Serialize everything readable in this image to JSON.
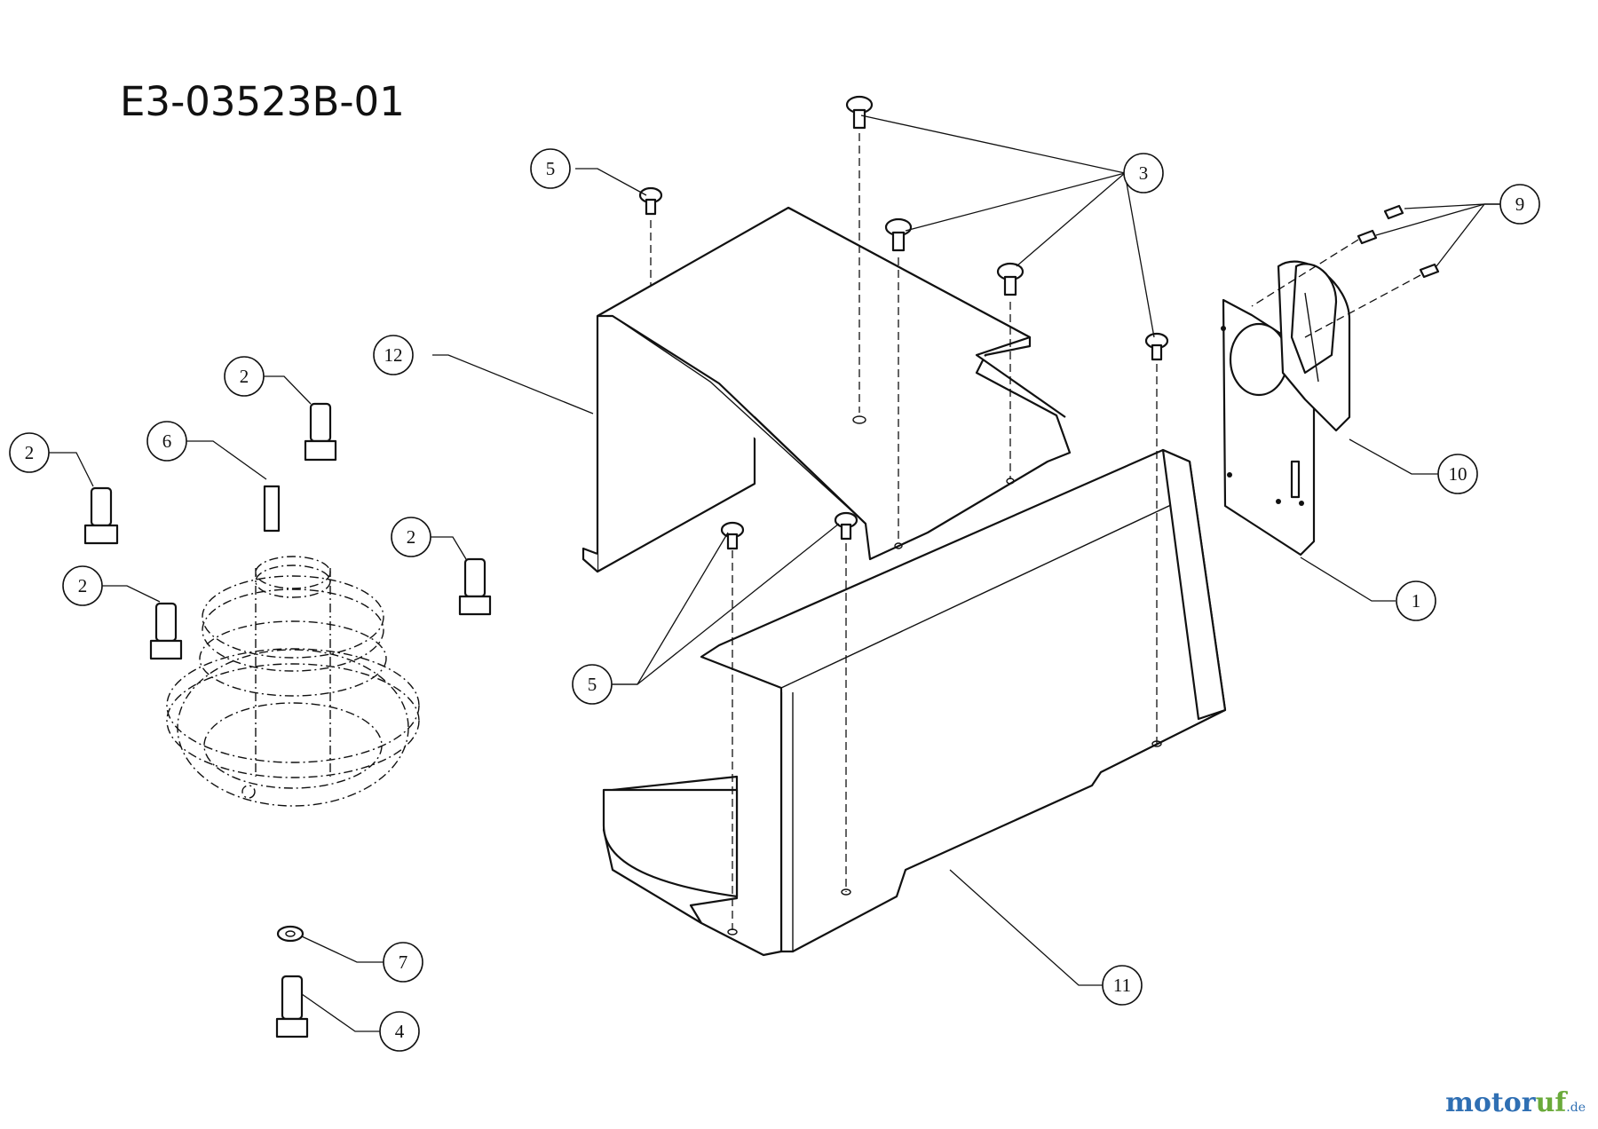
{
  "diagram": {
    "code": "E3-03523B-01",
    "watermark": {
      "part1": "motor",
      "part2": "uf",
      "suffix": ".de"
    },
    "callouts": [
      {
        "id": "c1",
        "label": "1"
      },
      {
        "id": "c2a",
        "label": "2"
      },
      {
        "id": "c2b",
        "label": "2"
      },
      {
        "id": "c2c",
        "label": "2"
      },
      {
        "id": "c2d",
        "label": "2"
      },
      {
        "id": "c3",
        "label": "3"
      },
      {
        "id": "c4",
        "label": "4"
      },
      {
        "id": "c5a",
        "label": "5"
      },
      {
        "id": "c5b",
        "label": "5"
      },
      {
        "id": "c6",
        "label": "6"
      },
      {
        "id": "c7",
        "label": "7"
      },
      {
        "id": "c9",
        "label": "9"
      },
      {
        "id": "c10",
        "label": "10"
      },
      {
        "id": "c11",
        "label": "11"
      },
      {
        "id": "c12",
        "label": "12"
      }
    ]
  }
}
